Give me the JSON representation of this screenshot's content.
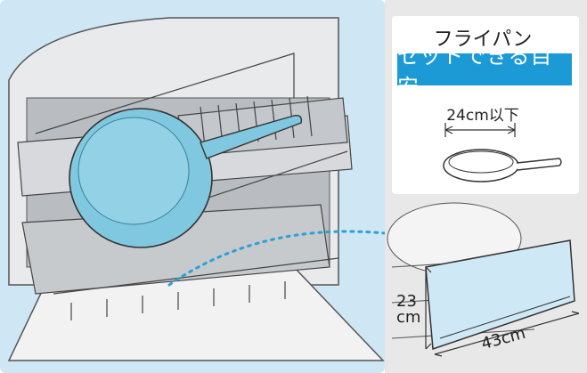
{
  "panel": {
    "title": "フライパン",
    "banner": "セットできる目安",
    "pan_size": "24cm以下"
  },
  "board": {
    "height_label": "23",
    "height_unit": "cm",
    "width_label": "43cm"
  },
  "colors": {
    "background_blue": "#cfe6f4",
    "banner": "#1c9ad6",
    "pan_fill": "#7fc8df",
    "board_fill": "#cfe8f6",
    "dotted_line": "#2ea0d8"
  }
}
